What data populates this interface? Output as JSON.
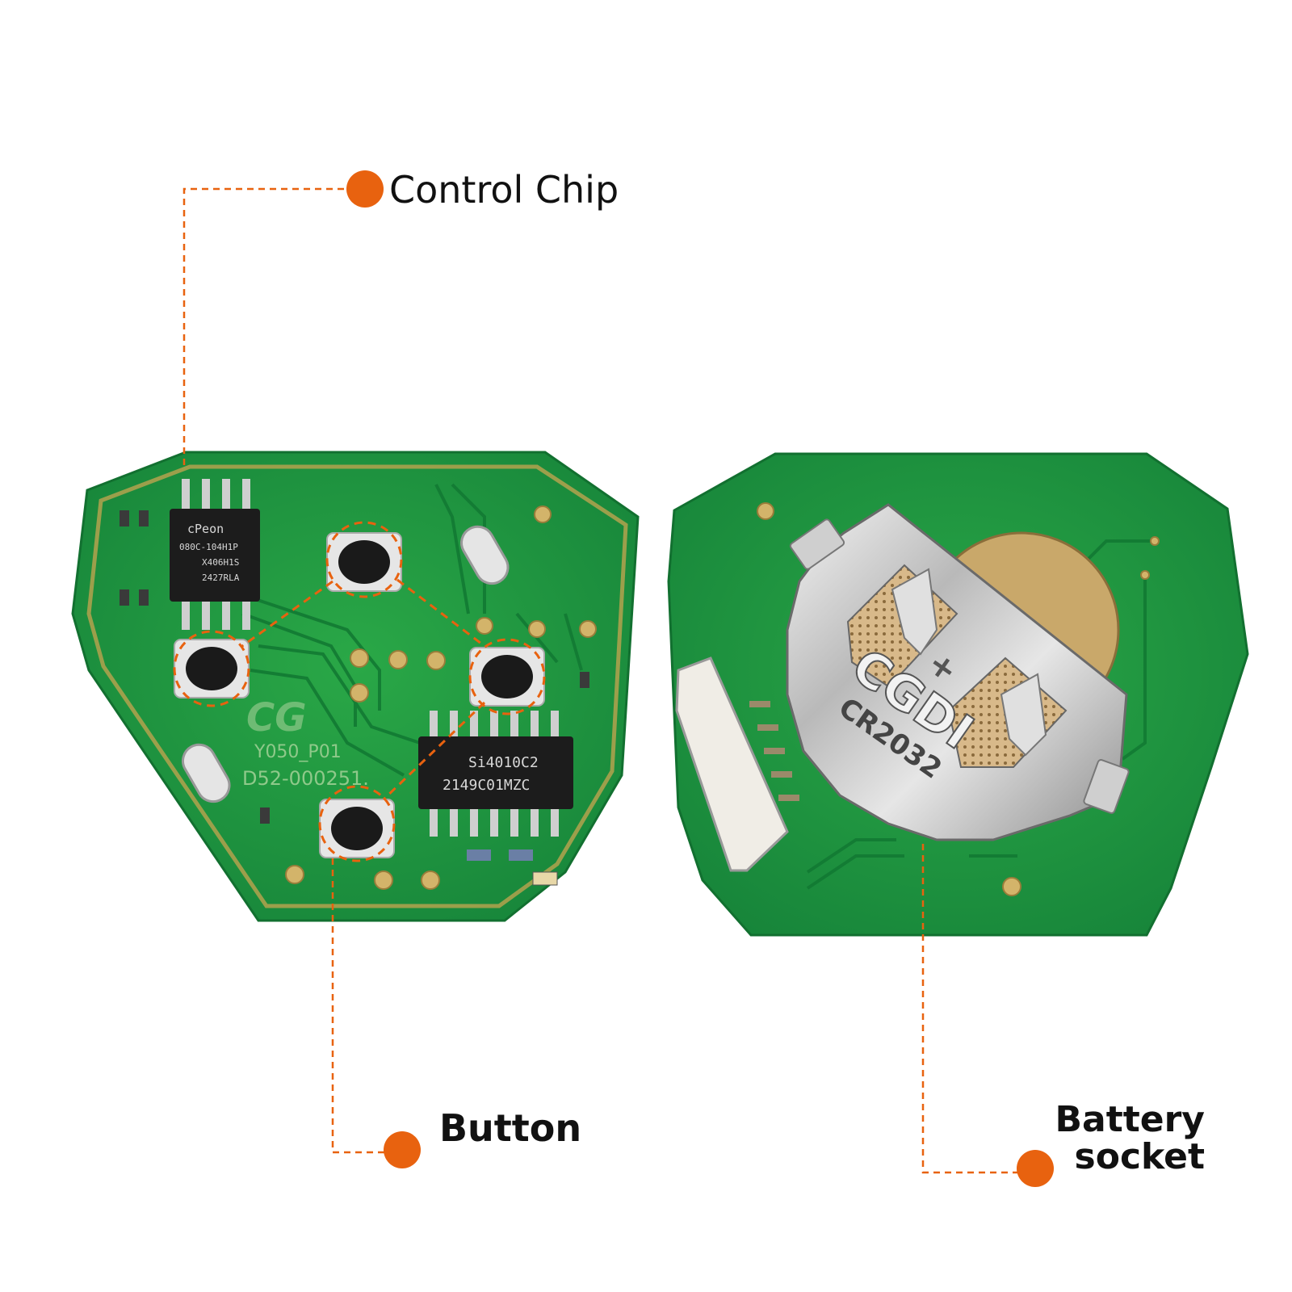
{
  "callouts": {
    "control_chip": "Control Chip",
    "button": "Button",
    "battery_socket_line1": "Battery",
    "battery_socket_line2": "socket"
  },
  "accent_color": "#e8620f",
  "pcb_color": "#1f9a3c",
  "board_left": {
    "silkscreen_logo": "CG",
    "silkscreen_model": "Y050_P01",
    "silkscreen_serial": "D52-000251.",
    "chip_small": {
      "line1": "cPeon",
      "line2": "080C-104H1P",
      "line3": "X406H1S",
      "line4": "2427RLA"
    },
    "chip_large": {
      "line1": "Si4010C2",
      "line2": "2149C01MZC"
    }
  },
  "board_right": {
    "holder_brand": "CGDI",
    "battery_model": "CR2032",
    "polarity_mark": "+"
  }
}
